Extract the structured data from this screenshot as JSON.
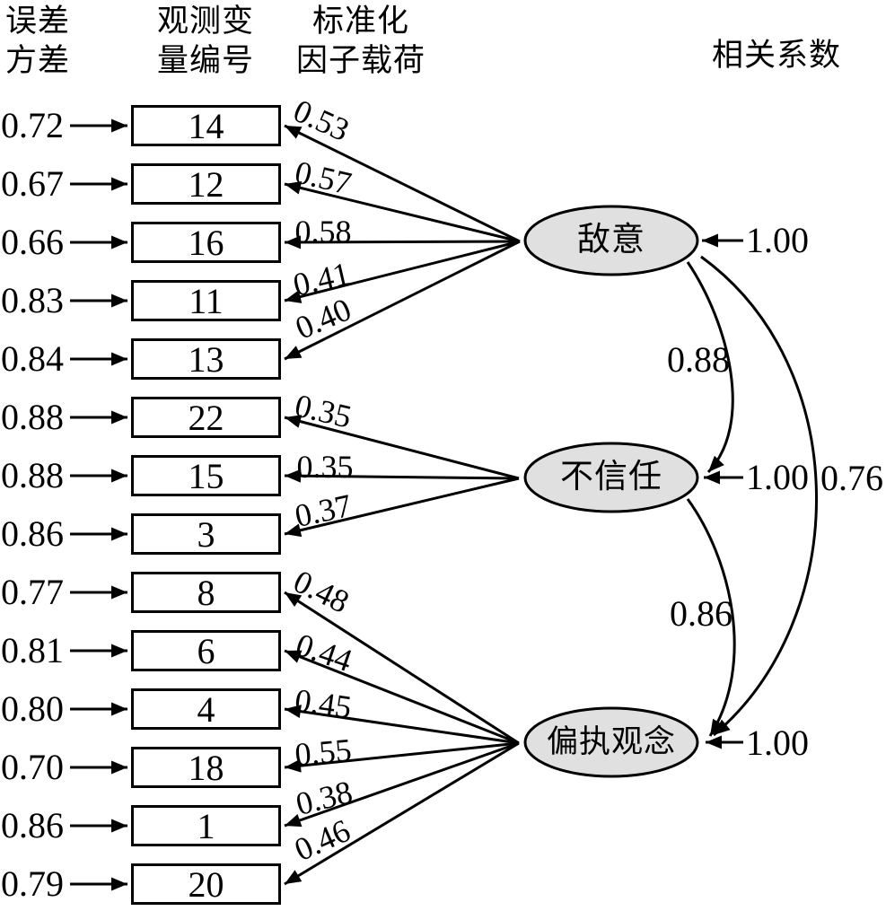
{
  "headers": {
    "error_variance": [
      "误差",
      "方差"
    ],
    "observed_variable": [
      "观测变",
      "量编号"
    ],
    "std_loading": [
      "标准化",
      "因子载荷"
    ],
    "correlation": "相关系数"
  },
  "indicators": [
    {
      "error": "0.72",
      "variable": "14",
      "loading": "0.53",
      "factor": "敌意"
    },
    {
      "error": "0.67",
      "variable": "12",
      "loading": "0.57",
      "factor": "敌意"
    },
    {
      "error": "0.66",
      "variable": "16",
      "loading": "0.58",
      "factor": "敌意"
    },
    {
      "error": "0.83",
      "variable": "11",
      "loading": "0.41",
      "factor": "敌意"
    },
    {
      "error": "0.84",
      "variable": "13",
      "loading": "0.40",
      "factor": "敌意"
    },
    {
      "error": "0.88",
      "variable": "22",
      "loading": "0.35",
      "factor": "不信任"
    },
    {
      "error": "0.88",
      "variable": "15",
      "loading": "0.35",
      "factor": "不信任"
    },
    {
      "error": "0.86",
      "variable": "3",
      "loading": "0.37",
      "factor": "不信任"
    },
    {
      "error": "0.77",
      "variable": "8",
      "loading": "0.48",
      "factor": "偏执观念"
    },
    {
      "error": "0.81",
      "variable": "6",
      "loading": "0.44",
      "factor": "偏执观念"
    },
    {
      "error": "0.80",
      "variable": "4",
      "loading": "0.45",
      "factor": "偏执观念"
    },
    {
      "error": "0.70",
      "variable": "18",
      "loading": "0.55",
      "factor": "偏执观念"
    },
    {
      "error": "0.86",
      "variable": "1",
      "loading": "0.38",
      "factor": "偏执观念"
    },
    {
      "error": "0.79",
      "variable": "20",
      "loading": "0.46",
      "factor": "偏执观念"
    }
  ],
  "factors": [
    {
      "name": "敌意",
      "variance": "1.00"
    },
    {
      "name": "不信任",
      "variance": "1.00"
    },
    {
      "name": "偏执观念",
      "variance": "1.00"
    }
  ],
  "correlations": [
    {
      "pair": "敌意-不信任",
      "value": "0.88"
    },
    {
      "pair": "不信任-偏执观念",
      "value": "0.86"
    },
    {
      "pair": "敌意-偏执观念",
      "value": "0.76"
    }
  ],
  "colors": {
    "ellipse_fill": "#e0e0e0",
    "line": "#000000",
    "background": "#ffffff"
  }
}
